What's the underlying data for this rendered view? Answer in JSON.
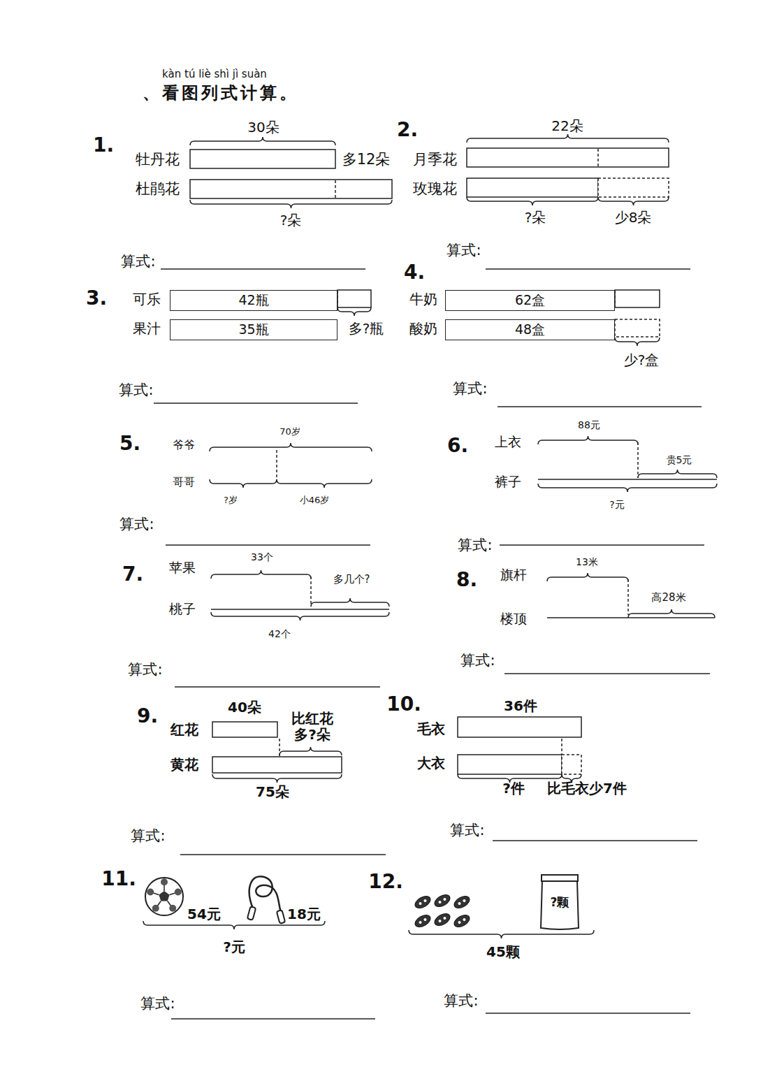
{
  "diagram": {
    "title": "、看图列式计算。",
    "nodes": [
      {
        "text": [
          "42瓶"
        ]
      },
      {
        "text": [
          "35瓶"
        ]
      },
      {
        "text": [
          "62盒"
        ]
      },
      {
        "text": [
          "48盒"
        ]
      },
      {
        "text": [
          "?颗"
        ]
      }
    ],
    "labels": [
      "kàn tú liè shì jì suàn",
      "1.",
      "30朵",
      "牡丹花",
      "多12朵",
      "杜鹃花",
      "?朵",
      "算式:",
      "2.",
      "22朵",
      "月季花",
      "玫瑰花",
      "?朵",
      "少8朵",
      "算式:",
      "3.",
      "可乐",
      "果汁",
      "多?瓶",
      "算式:",
      "4.",
      "牛奶",
      "酸奶",
      "少?盒",
      "算式:",
      "5.",
      "爷爷",
      "70岁",
      "哥哥",
      "?岁",
      "小46岁",
      "算式:",
      "6.",
      "上衣",
      "88元",
      "贵5元",
      "裤子",
      "?元",
      "算式:",
      "7.",
      "苹果",
      "33个",
      "多几个?",
      "桃子",
      "42个",
      "算式:",
      "8.",
      "旗杆",
      "13米",
      "楼顶",
      "高28米",
      "算式:",
      "9.",
      "40朵",
      "红花",
      "比红花多?朵",
      "黄花",
      "75朵",
      "算式:",
      "10.",
      "36件",
      "毛衣",
      "大衣",
      "?件",
      "比毛衣少7件",
      "算式:",
      "11.",
      "54元",
      "18元",
      "?元",
      "算式:",
      "12.",
      "45颗",
      "算式:"
    ]
  }
}
